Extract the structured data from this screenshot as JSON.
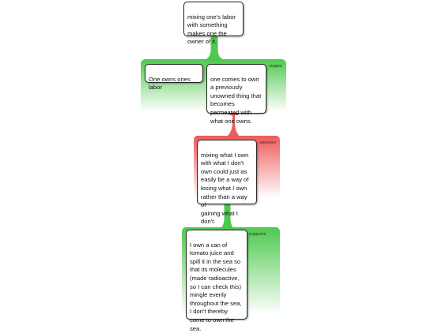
{
  "diagram": {
    "claim": "mixing one's labor\nwith something\nmakes one the\nowner of it.",
    "support_group": {
      "label": "suppor",
      "reasons": [
        "One owns ones\nlabor",
        "one comes to own\na previously\nunowned thing that\nbecomes\npermeated with\nwhat one owns."
      ]
    },
    "objection_group": {
      "label": "opposes",
      "text": "mixing what I own\nwith what I don't\nown could just as\neasily be a way of\nlosing what I own\nrather than a way of\ngaining what I\ndon't."
    },
    "rebuttal_group": {
      "label": "supports",
      "text": "I own a can of\ntomato juice and\nspill it in the sea so\nthat its molecules\n(made radioactive,\nso I can check this)\nmingle evenly\nthroughout the sea,\nI don't thereby\ncome to own the\nsea."
    },
    "colors": {
      "support": "#4ec94e",
      "oppose": "#ef5a5a",
      "border": "#222222"
    }
  }
}
